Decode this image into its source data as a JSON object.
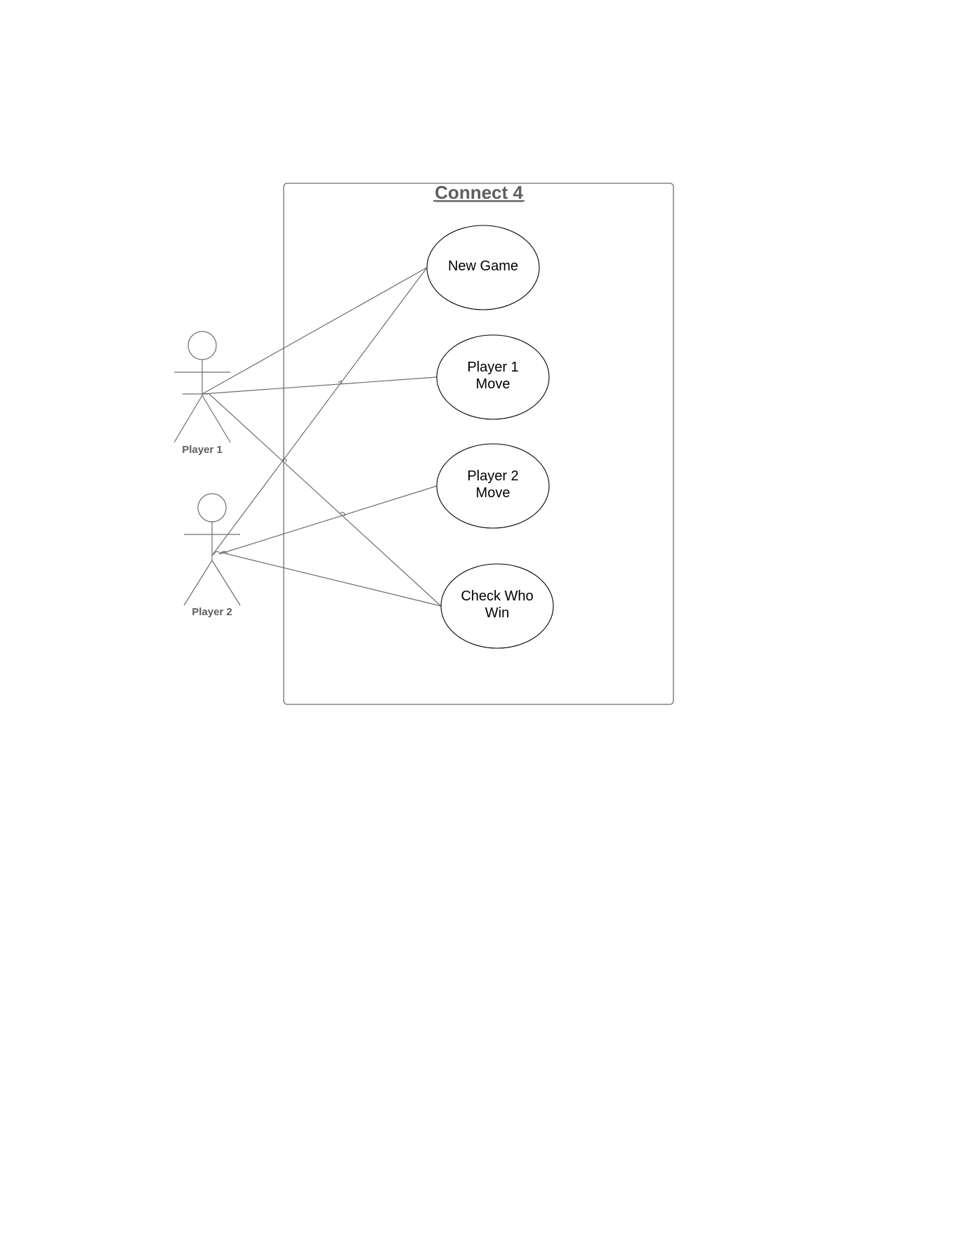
{
  "diagram": {
    "system": {
      "title": "Connect 4"
    },
    "actors": [
      {
        "id": "player1",
        "label": "Player 1"
      },
      {
        "id": "player2",
        "label": "Player 2"
      }
    ],
    "use_cases": [
      {
        "id": "new_game",
        "lines": [
          "New Game"
        ]
      },
      {
        "id": "p1_move",
        "lines": [
          "Player 1",
          "Move"
        ]
      },
      {
        "id": "p2_move",
        "lines": [
          "Player 2",
          "Move"
        ]
      },
      {
        "id": "check_win",
        "lines": [
          "Check Who",
          "Win"
        ]
      }
    ],
    "associations": [
      {
        "from": "player1",
        "to": "new_game"
      },
      {
        "from": "player1",
        "to": "p1_move"
      },
      {
        "from": "player1",
        "to": "check_win"
      },
      {
        "from": "player2",
        "to": "new_game"
      },
      {
        "from": "player2",
        "to": "p2_move"
      },
      {
        "from": "player2",
        "to": "check_win"
      }
    ],
    "colors": {
      "line": "#6e6e6e",
      "title": "#5f5f5f",
      "actor_label": "#5f5f5f",
      "use_case_text": "#000000",
      "use_case_border": "#000000"
    }
  }
}
